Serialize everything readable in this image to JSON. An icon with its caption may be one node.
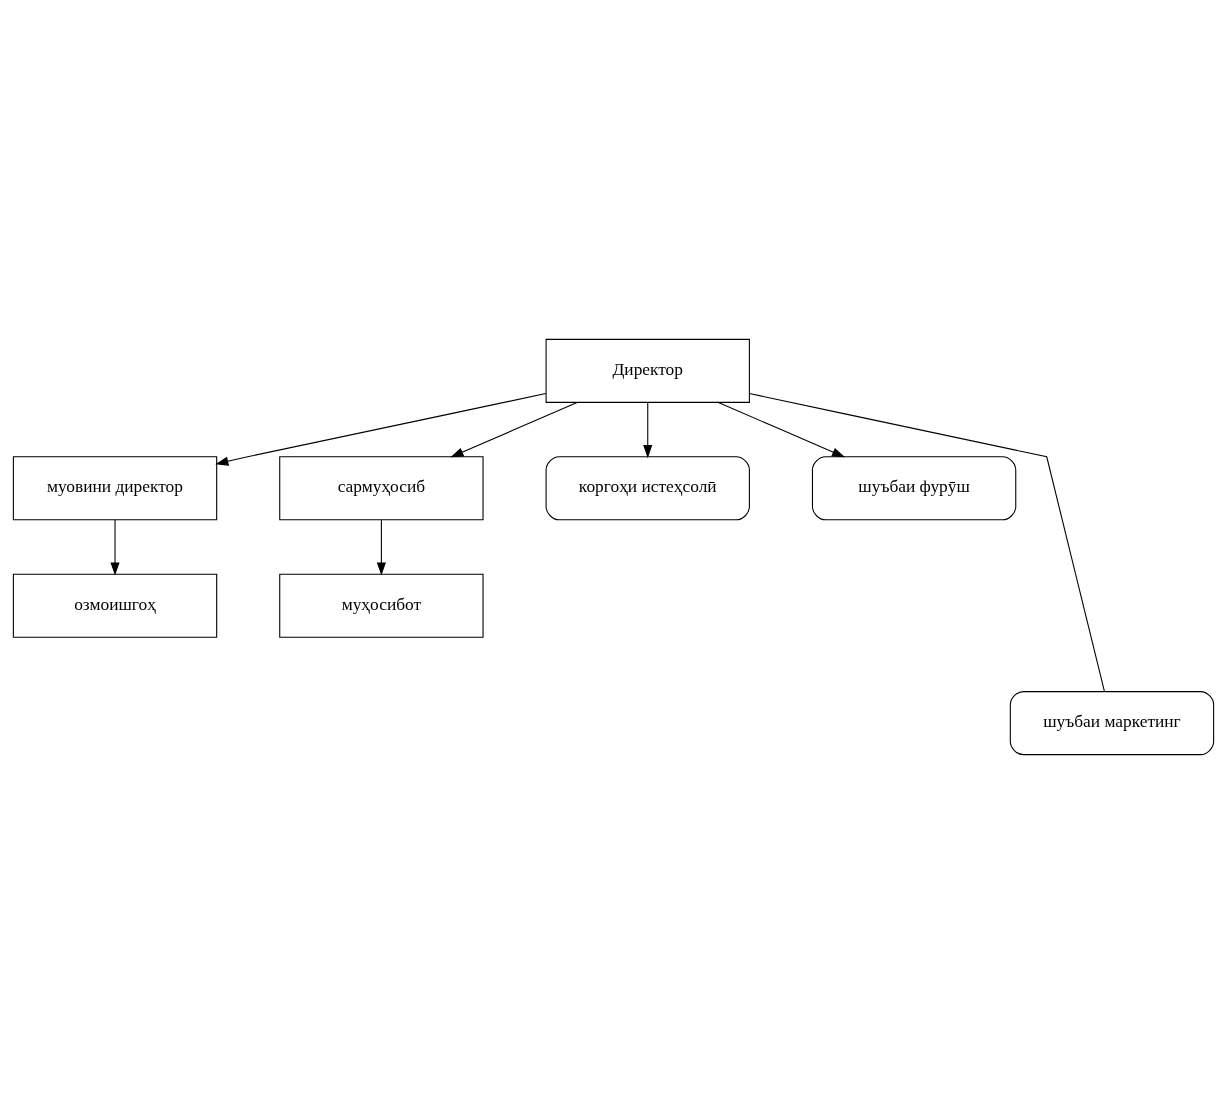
{
  "diagram": {
    "nodes": [
      {
        "text": [
          "Директор"
        ]
      },
      {
        "text": [
          "муовини директор"
        ]
      },
      {
        "text": [
          "сармуҳосиб"
        ]
      },
      {
        "text": [
          "озмоишгоҳ"
        ]
      },
      {
        "text": [
          "муҳосибот"
        ]
      },
      {
        "text": [
          "коргоҳи истеҳсолӣ"
        ]
      },
      {
        "text": [
          "шуъбаи фурӯш"
        ]
      },
      {
        "text": [
          "шуъбаи маркетинг"
        ]
      }
    ],
    "edges": [
      {
        "from": 0,
        "to": 1,
        "arrow": "to"
      },
      {
        "from": 0,
        "to": 2,
        "arrow": "to"
      },
      {
        "from": 1,
        "to": 3,
        "arrow": "to"
      },
      {
        "from": 2,
        "to": 4,
        "arrow": "to"
      },
      {
        "from": 0,
        "to": 5,
        "arrow": "to"
      },
      {
        "from": 0,
        "to": 7,
        "arrow": "none"
      },
      {
        "from": 0,
        "to": 6,
        "arrow": "to"
      }
    ]
  }
}
